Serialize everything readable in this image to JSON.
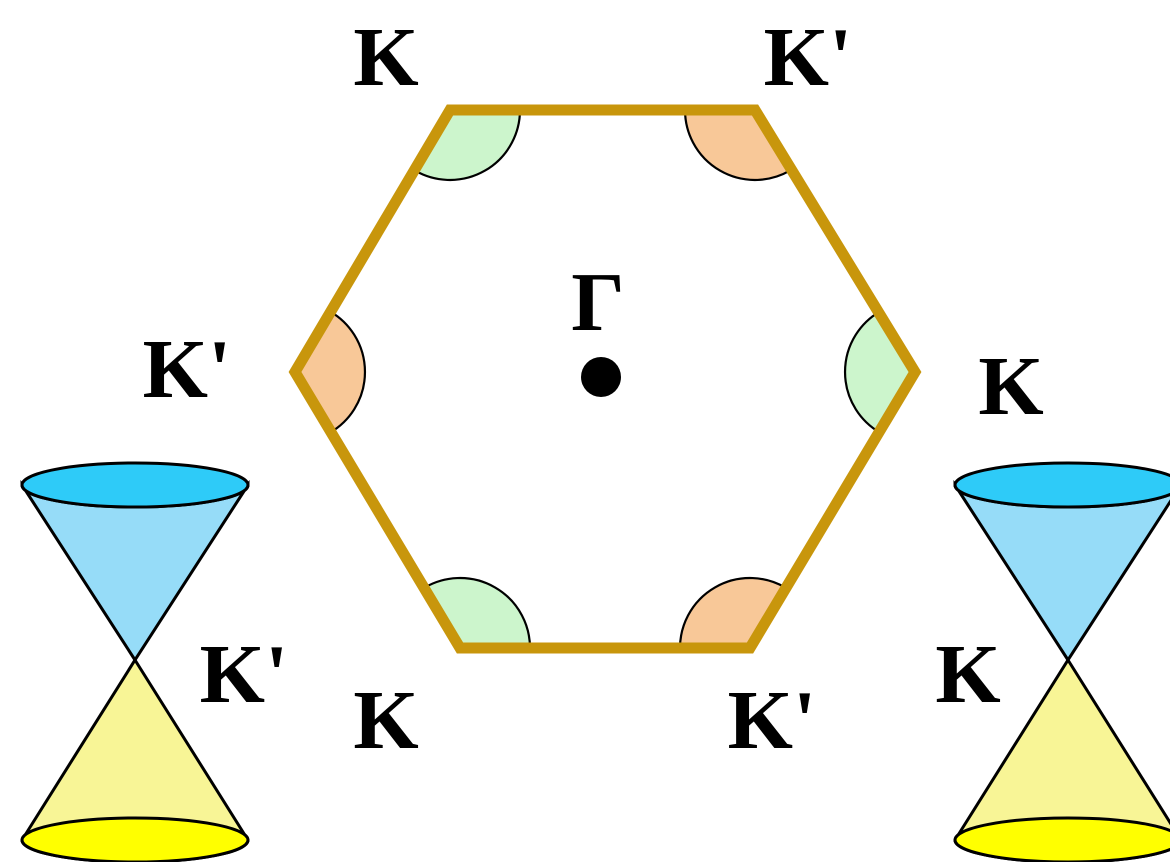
{
  "labels": {
    "hex_top_left": "K",
    "hex_top_right": "K'",
    "hex_left": "K'",
    "hex_right": "K",
    "hex_bottom_left": "K",
    "hex_bottom_right": "K'",
    "center": "Γ",
    "cone_left": "K'",
    "cone_right": "K"
  },
  "colors": {
    "hexagon_edge": "#c8960c",
    "k_sector_fill": "#ccf5cc",
    "kprime_sector_fill": "#f8c898",
    "upper_cone_fill": "#96dcf8",
    "upper_cone_top": "#2ecbf8",
    "lower_cone_fill": "#f8f596",
    "lower_cone_base": "#ffff00",
    "center_point": "#000000"
  }
}
